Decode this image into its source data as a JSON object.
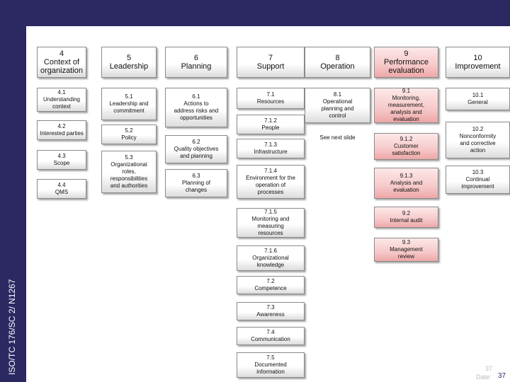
{
  "sidebar_label": "ISO/TC 176/SC 2/ N1267",
  "headers": {
    "h4": "4\nContext of\norganization",
    "h5": "5\nLeadership",
    "h6": "6\nPlanning",
    "h7": "7\nSupport",
    "h8": "8\nOperation",
    "h9": "9\nPerformance\nevaluation",
    "h10": "10\nImprovement"
  },
  "col4": {
    "c41": "4.1\nUnderstanding\ncontext",
    "c42": "4.2\nInterested parties",
    "c43": "4.3\nScope",
    "c44": "4.4\nQMS"
  },
  "col5": {
    "c51": "5.1\nLeadership and\ncommitment",
    "c52": "5.2\nPolicy",
    "c53": "5.3\nOrganizational\nroles,\nresponsibilities\nand authorities"
  },
  "col6": {
    "c61": "6.1\nActions to\naddress risks and\nopportunities",
    "c62": "6.2\nQuality objectives\nand planning",
    "c63": "6.3\nPlanning of\nchanges"
  },
  "col7": {
    "c71": "7.1\nResources",
    "c712": "7.1.2\nPeople",
    "c713": "7.1.3\nInfrastructure",
    "c714": "7.1.4\nEnvironment for the\noperation of\nprocesses",
    "c715": "7.1.5\nMonitoring and\nmeasuring\nresources",
    "c716": "7.1.6\nOrganizational\nknowledge",
    "c72": "7.2\nCompetence",
    "c73": "7.3\nAwareness",
    "c74": "7.4\nCommunication",
    "c75": "7.5\nDocumented\ninformation"
  },
  "col8": {
    "c81": "8.1\nOperational\nplanning and\ncontrol",
    "see_next": "See next slide"
  },
  "col9": {
    "c91": "9.1\nMonitoring,\nmeasurement,\nanalysis and\nevaluation",
    "c912": "9.1.2\nCustomer\nsatisfaction",
    "c913": "9.1.3\nAnalysis and\nevaluation",
    "c92": "9.2\nInternal audit",
    "c93": "9.3\nManagement\nreview"
  },
  "col10": {
    "c101": "10.1\nGeneral",
    "c102": "10.2\nNonconformity\nand corrective\naction",
    "c103": "10.3\nContinual\nimprovement"
  },
  "footer": {
    "page_faint": "37",
    "date_label": "Date:",
    "page": "37"
  },
  "colors": {
    "navy": "#2b2862",
    "red_fill": "#f6c9c9"
  }
}
